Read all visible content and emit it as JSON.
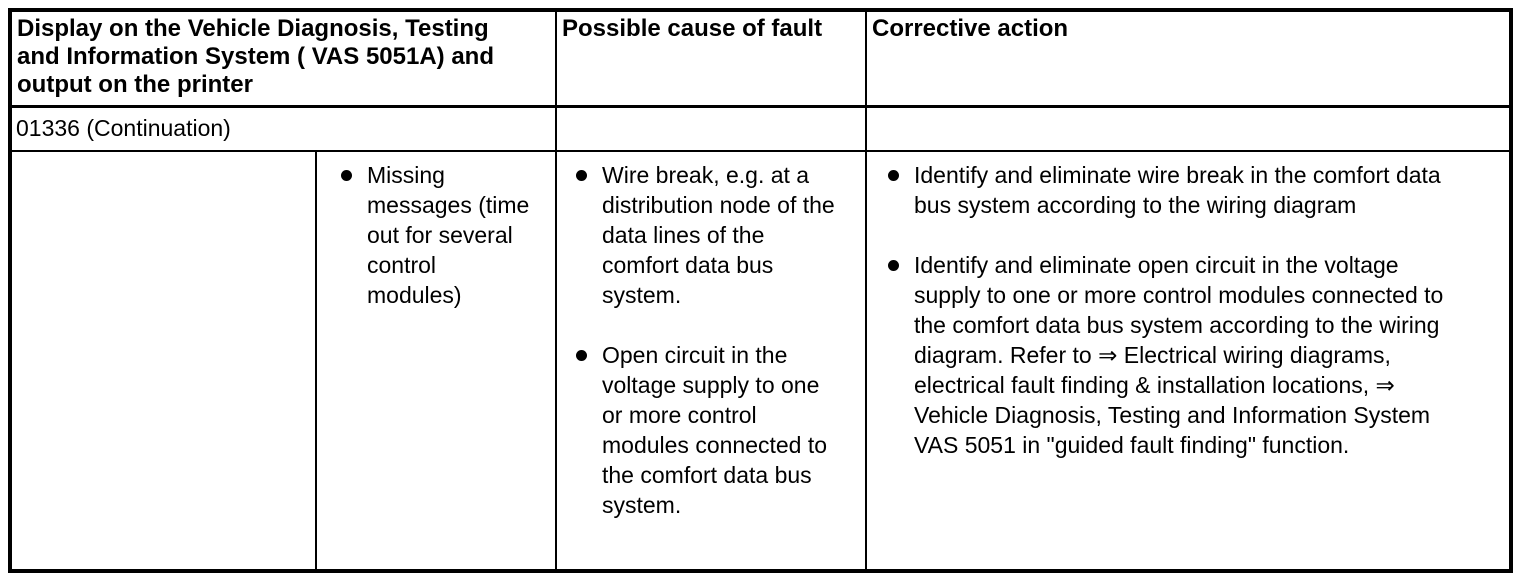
{
  "table": {
    "headers": [
      "Display on the Vehicle Diagnosis, Testing\nand Information System ( VAS 5051A) and\noutput on the printer",
      "Possible cause of fault",
      "Corrective action"
    ],
    "code_row": {
      "code": "01336 (Continuation)"
    },
    "body": {
      "display_items": [
        "Missing\nmessages (time\nout for several\ncontrol\nmodules)"
      ],
      "cause_items": [
        "Wire break, e.g. at a\ndistribution node of the\ndata lines of the\ncomfort data bus\nsystem.",
        "Open circuit in the\nvoltage supply to one\nor more control\nmodules connected to\nthe comfort data bus\nsystem."
      ],
      "action_items": [
        "Identify and eliminate wire break in the comfort data\nbus system according to the wiring diagram",
        "Identify and eliminate open circuit in the voltage\nsupply to one or more control modules connected to\nthe comfort data bus system according to the wiring\ndiagram. Refer to ⇒ Electrical wiring diagrams,\nelectrical fault finding & installation locations, ⇒\nVehicle Diagnosis, Testing and Information System\nVAS 5051 in \"guided fault finding\" function."
      ]
    },
    "colors": {
      "text": "#000000",
      "border": "#000000",
      "background": "#ffffff"
    }
  }
}
